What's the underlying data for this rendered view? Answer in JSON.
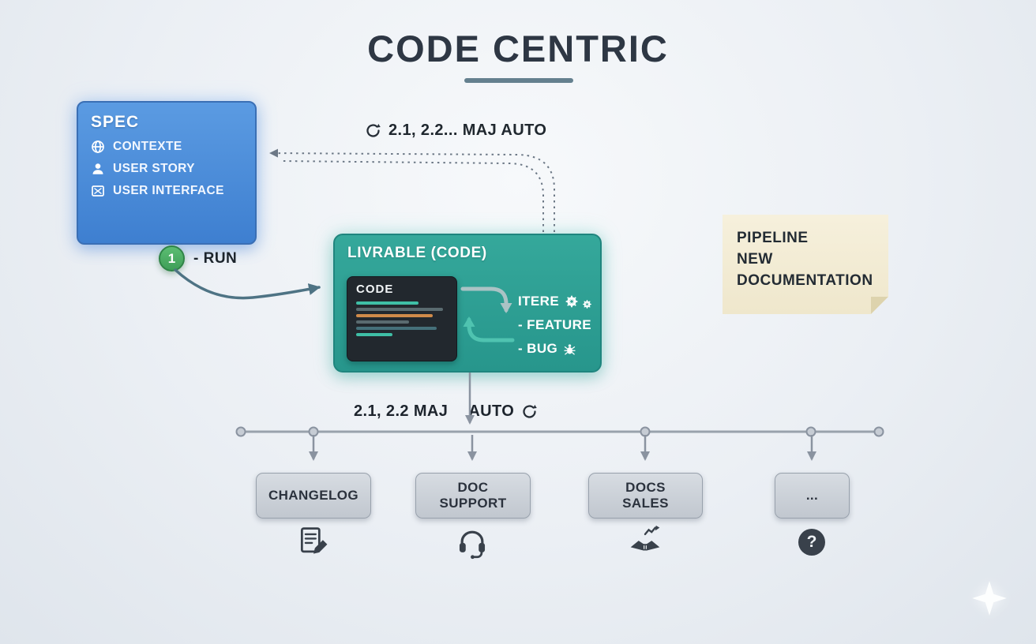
{
  "title": {
    "text": "CODE CENTRIC"
  },
  "spec_box": {
    "title": "SPEC",
    "items": [
      {
        "icon": "globe-icon",
        "label": "CONTEXTE"
      },
      {
        "icon": "user-icon",
        "label": "USER STORY"
      },
      {
        "icon": "interface-icon",
        "label": "USER INTERFACE"
      }
    ]
  },
  "feedback_arrow": {
    "icon": "refresh-icon",
    "label": "2.1, 2.2... MAJ AUTO"
  },
  "run_step": {
    "number": "1",
    "label": "- RUN"
  },
  "livrable_box": {
    "title": "LIVRABLE (CODE)",
    "code_window": {
      "title": "CODE"
    },
    "iteration": {
      "label": "ITERE",
      "feature": "- FEATURE",
      "bug": "- BUG"
    }
  },
  "pipeline_label": {
    "versions": "2.1, 2.2 MAJ",
    "mode": "AUTO"
  },
  "outputs": [
    {
      "label": "CHANGELOG",
      "icon": "document-pencil-icon"
    },
    {
      "label": "DOC SUPPORT",
      "icon": "headset-icon"
    },
    {
      "label": "DOCS SALES",
      "icon": "handshake-icon"
    },
    {
      "label": "...",
      "icon": "question-icon",
      "icon_glyph": "?"
    }
  ],
  "sticky_note": {
    "lines": [
      "PIPELINE",
      "NEW",
      "DOCUMENTATION"
    ]
  },
  "colors": {
    "spec_blue": "#4a8fdb",
    "livrable_teal": "#2d9f94",
    "run_green": "#46a85f",
    "note_beige": "#f3edd8",
    "output_gray": "#c9cfd7",
    "line_gray": "#8a93a0",
    "title_dark": "#2e3744",
    "underline_slate": "#64808f"
  }
}
